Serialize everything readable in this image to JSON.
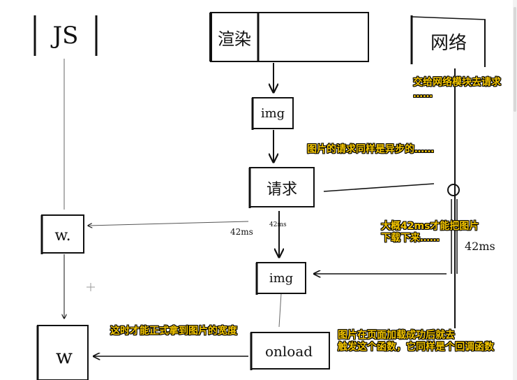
{
  "boxes": {
    "js": "JS",
    "render": "渲染",
    "network": "网络",
    "img_top": "img",
    "request": "请求",
    "img_bottom": "img",
    "w_upper": "w.",
    "w_lower": "w",
    "onload": "onload"
  },
  "labels": {
    "ms_left": "42ms",
    "ms_small": "42ms",
    "ms_right": "42ms"
  },
  "annotations": {
    "network": "交给网络模块去请求\n……",
    "async": "图片的请求同样是异步的……",
    "download": "大概42ms才能把图片\n下载下来……",
    "onload": "图片在页面加载成功后就去\n触发这个函数，它同样是个回调函数",
    "width": "这时才能正式拿到图片的宽度"
  }
}
